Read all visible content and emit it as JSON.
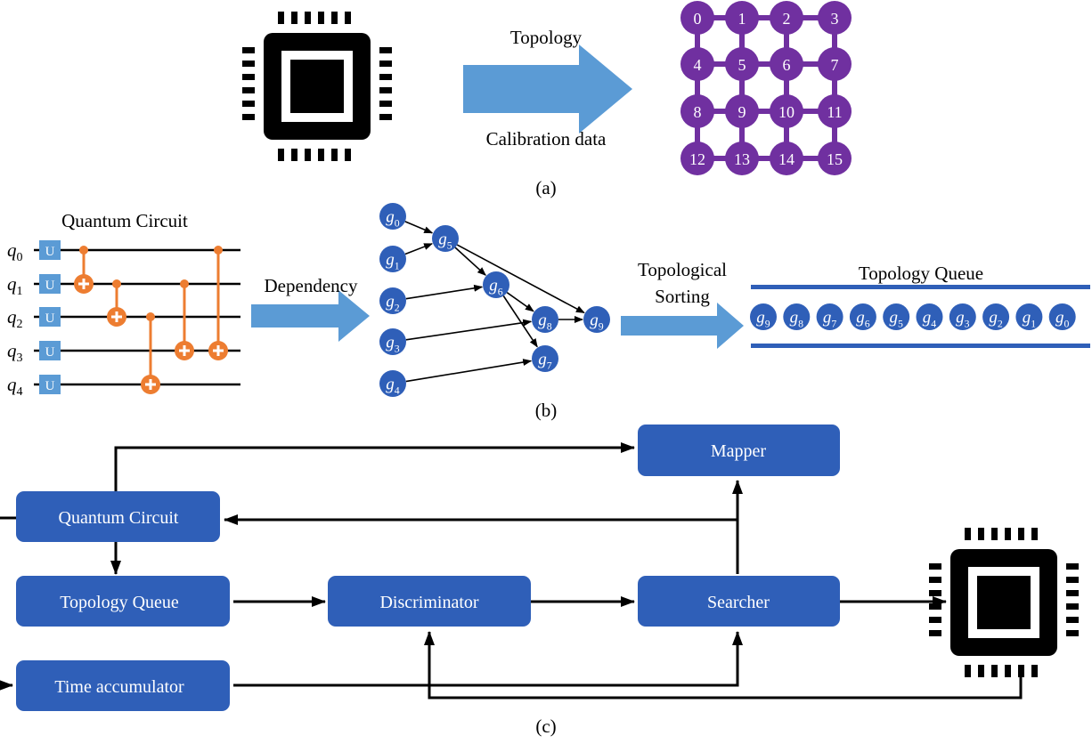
{
  "panel_a": {
    "topology_label": "Topology",
    "calibration_label": "Calibration data",
    "caption": "(a)",
    "grid_nodes": [
      "0",
      "1",
      "2",
      "3",
      "4",
      "5",
      "6",
      "7",
      "8",
      "9",
      "10",
      "11",
      "12",
      "13",
      "14",
      "15"
    ],
    "grid_color": "#7030A0"
  },
  "panel_b": {
    "circuit_title": "Quantum Circuit",
    "qubits": [
      "q0",
      "q1",
      "q2",
      "q3",
      "q4"
    ],
    "gate_label": "U",
    "dependency_label": "Dependency",
    "sorting_label_1": "Topological",
    "sorting_label_2": "Sorting",
    "queue_title": "Topology Queue",
    "dag_nodes": [
      "g0",
      "g1",
      "g2",
      "g3",
      "g4",
      "g5",
      "g6",
      "g7",
      "g8",
      "g9"
    ],
    "queue_nodes": [
      "g9",
      "g8",
      "g7",
      "g6",
      "g5",
      "g4",
      "g3",
      "g2",
      "g1",
      "g0"
    ],
    "caption": "(b)",
    "gate_color": "#5B9BD5",
    "cnot_color": "#ED7D31",
    "node_color": "#2F5FB8"
  },
  "panel_c": {
    "mapper": "Mapper",
    "quantum_circuit": "Quantum Circuit",
    "topology_queue": "Topology Queue",
    "discriminator": "Discriminator",
    "searcher": "Searcher",
    "time_accumulator": "Time accumulator",
    "caption": "(c)",
    "box_color": "#2F5FB8"
  }
}
